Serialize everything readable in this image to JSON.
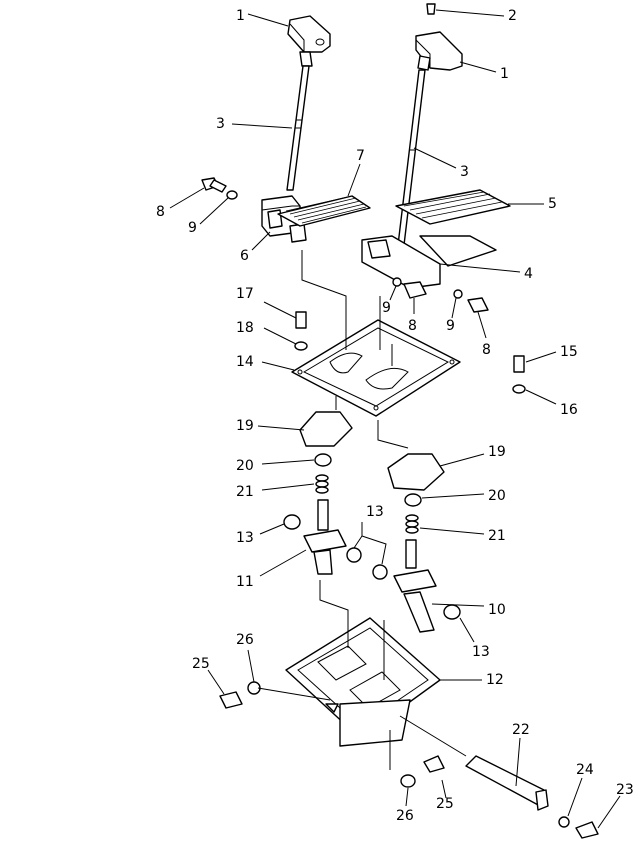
{
  "callouts": {
    "c1a": "1",
    "c1b": "1",
    "c2": "2",
    "c3a": "3",
    "c3b": "3",
    "c4": "4",
    "c5": "5",
    "c6": "6",
    "c7": "7",
    "c8a": "8",
    "c8b": "8",
    "c8c": "8",
    "c9a": "9",
    "c9b": "9",
    "c9c": "9",
    "c10": "10",
    "c11": "11",
    "c12": "12",
    "c13a": "13",
    "c13b": "13",
    "c13c": "13",
    "c14": "14",
    "c15": "15",
    "c16": "16",
    "c17": "17",
    "c18": "18",
    "c19a": "19",
    "c19b": "19",
    "c20a": "20",
    "c20b": "20",
    "c21a": "21",
    "c21b": "21",
    "c22": "22",
    "c23": "23",
    "c24": "24",
    "c25a": "25",
    "c25b": "25",
    "c26a": "26",
    "c26b": "26"
  }
}
